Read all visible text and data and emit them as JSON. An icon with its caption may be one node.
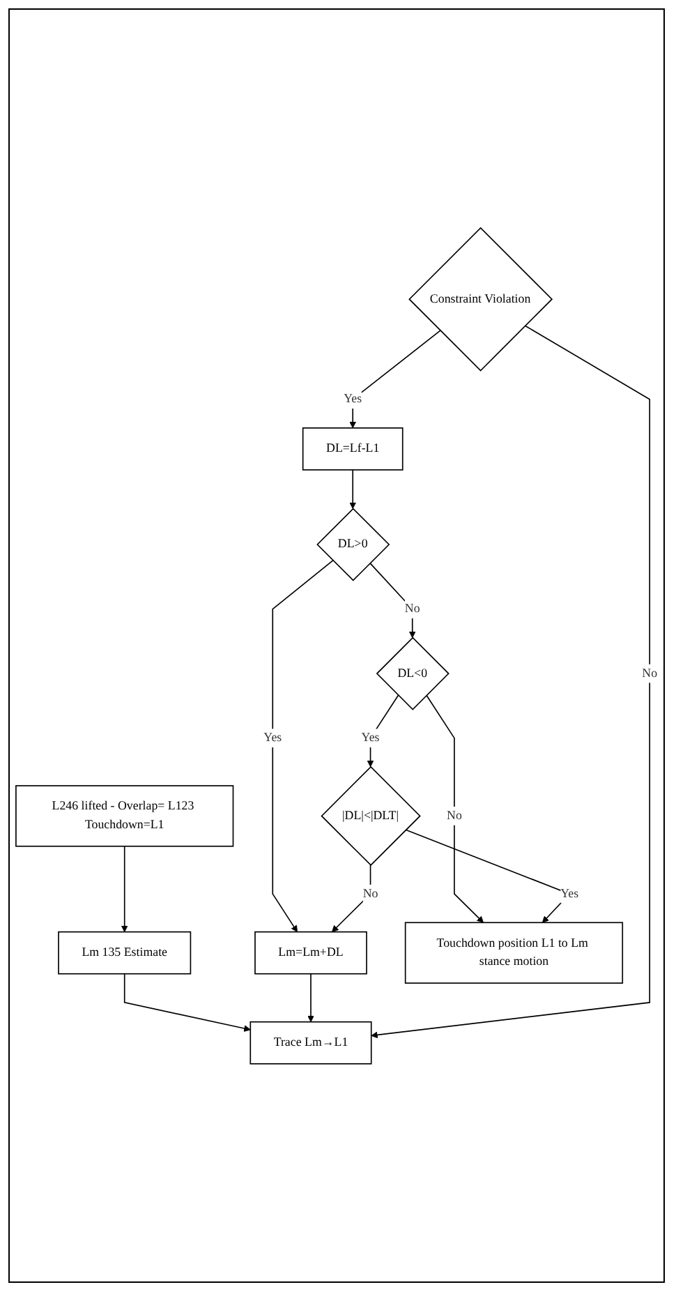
{
  "diagram": {
    "nodes": [
      {
        "text": [
          "L246 lifted - Overlap= L123 Touchdown=L1"
        ]
      },
      {
        "text": [
          "Lm 135 Estimate"
        ]
      },
      {
        "text": [
          "Trace Lm→L1"
        ]
      },
      {
        "text": [
          "Lm=Lm+DL"
        ]
      },
      {
        "text": [
          "Constraint Violation"
        ]
      },
      {
        "text": [
          "DL=Lf-L1"
        ]
      },
      {
        "text": [
          "DL>0"
        ]
      },
      {
        "text": [
          "DL<0"
        ]
      },
      {
        "text": [
          "|DL|<|DLT|"
        ]
      },
      {
        "text": [
          "Touchdown position L1 to Lm stance motion"
        ]
      }
    ],
    "edges": [
      {
        "from": 0,
        "to": 1,
        "arrow": "to"
      },
      {
        "from": 1,
        "to": 2,
        "arrow": "to"
      },
      {
        "from": 3,
        "to": 2,
        "arrow": "to"
      },
      {
        "from": 4,
        "to": 2,
        "arrow": "to",
        "label": "No"
      },
      {
        "from": 4,
        "to": 5,
        "arrow": "to",
        "label": "Yes"
      },
      {
        "from": 5,
        "to": 6,
        "arrow": "to"
      },
      {
        "from": 6,
        "to": 3,
        "arrow": "to",
        "label": "Yes"
      },
      {
        "from": 6,
        "to": 7,
        "arrow": "to",
        "label": "No"
      },
      {
        "from": 7,
        "to": 9,
        "arrow": "to",
        "label": "No"
      },
      {
        "from": 7,
        "to": 8,
        "arrow": "to",
        "label": "Yes"
      },
      {
        "from": 8,
        "to": 9,
        "arrow": "to",
        "label": "Yes"
      },
      {
        "from": 8,
        "to": 3,
        "arrow": "to",
        "label": "No"
      }
    ]
  }
}
